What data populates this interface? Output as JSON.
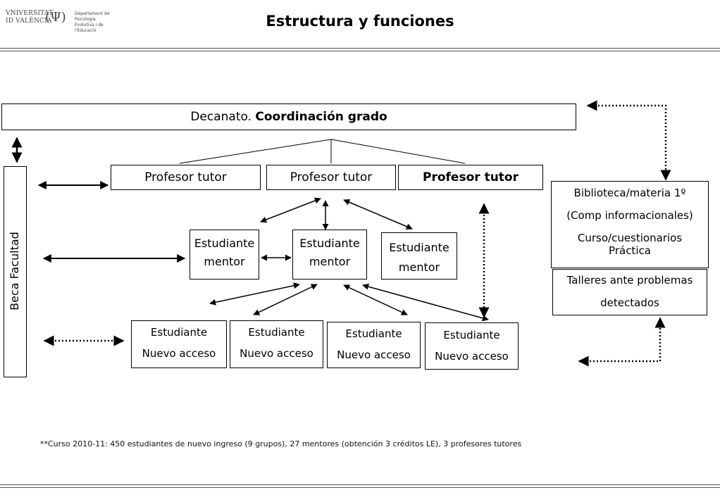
{
  "header": {
    "title": "Estructura y funciones",
    "logo_university": [
      "VNIVERSITAT",
      "ID VALÈNCIA"
    ],
    "logo_mark": "(Ψ)",
    "logo_department": [
      "Departament de Psicologia",
      "Evolutiva i de l'Educació"
    ]
  },
  "diagram": {
    "decanato": {
      "prefix": "Decanato. ",
      "bold": "Coordinación grado"
    },
    "beca": "Beca Facultad",
    "tutors": [
      "Profesor tutor",
      "Profesor tutor",
      "Profesor tutor"
    ],
    "mentors": [
      {
        "line1": "Estudiante",
        "line2": "mentor"
      },
      {
        "line1": "Estudiante",
        "line2": "mentor"
      },
      {
        "line1": "Estudiante",
        "line2": "mentor"
      }
    ],
    "new_students": [
      {
        "line1": "Estudiante",
        "line2": "Nuevo acceso"
      },
      {
        "line1": "Estudiante",
        "line2": "Nuevo acceso"
      },
      {
        "line1": "Estudiante",
        "line2": "Nuevo acceso"
      },
      {
        "line1": "Estudiante",
        "line2": "Nuevo acceso"
      }
    ],
    "biblioteca": {
      "line1": "Biblioteca/materia 1º",
      "line2": "(Comp informacionales)",
      "line3": "Curso/cuestionarios",
      "line4": "Práctica"
    },
    "talleres": {
      "line1": "Talleres ante problemas",
      "line2": "detectados"
    }
  },
  "footer": {
    "note": "**Curso 2010-11: 450 estudiantes de nuevo ingreso (9 grupos), 27 mentores (obtención 3 créditos LE), 3 profesores tutores"
  }
}
